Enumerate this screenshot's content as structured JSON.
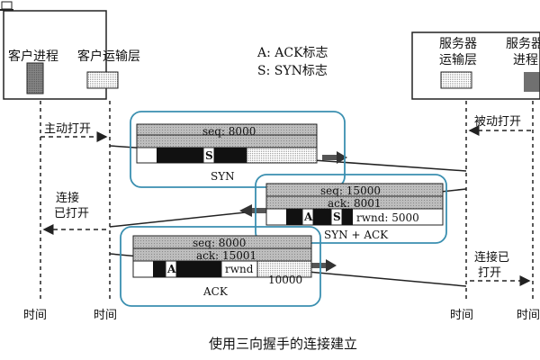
{
  "left": {
    "client_process": "客户进程",
    "client_transport": "客户运输层",
    "active_open": "主动打开",
    "connected": [
      "连接",
      "已打开"
    ],
    "time_1": "时间",
    "time_2": "时间"
  },
  "right": {
    "server_transport": [
      "服务器",
      "运输层"
    ],
    "server_process": [
      "服务器",
      "进程"
    ],
    "passive_open": "被动打开",
    "connected": [
      "连接已",
      "打开"
    ],
    "time_1": "时间",
    "time_2": "时间"
  },
  "legend": {
    "ack": "A: ACK标志",
    "syn": "S: SYN标志"
  },
  "segments": {
    "syn": {
      "seq": "seq: 8000",
      "flag": "S",
      "caption": "SYN"
    },
    "synack": {
      "seq": "seq: 15000",
      "ack": "ack: 8001",
      "flag_a": "A",
      "flag_s": "S",
      "rwnd": "rwnd: 5000",
      "caption": "SYN + ACK"
    },
    "ack": {
      "seq": "seq: 8000",
      "ack": "ack: 15001",
      "flag_a": "A",
      "rwnd_label": "rwnd",
      "rwnd_value": "10000",
      "caption": "ACK"
    }
  },
  "caption": "使用三向握手的连接建立"
}
